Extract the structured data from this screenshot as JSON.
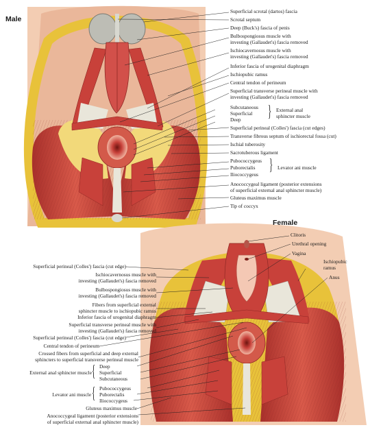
{
  "male": {
    "title": "Male",
    "labels": [
      "Superficial scrotal (dartos) fascia",
      "Scrotal septum",
      "Deep (Buck's) fascia of penis",
      "Bulbospongiosus muscle with",
      "investing (Gallaudet's) fascia removed",
      "Ischiocavernosus muscle with",
      "investing (Gallaudet's) fascia removed",
      "Inferior fascia of urogenital diaphragm",
      "Ischiopubic ramus",
      "Central tendon of perineum",
      "Superficial transverse perineal muscle with",
      "investing (Gallaudet's) fascia removed",
      "Subcutaneous",
      "Superficial",
      "Deep",
      "External anal",
      "sphincter muscle",
      "Superficial perineal (Colles') fascia (cut edges)",
      "Transverse fibrous septum of ischiorectal fossa (cut)",
      "Ischial tuberosity",
      "Sacrotuberous ligament",
      "Pubococcygeus",
      "Puborectalis",
      "Iliococcygeus",
      "Levator ani muscle",
      "Anococcygeal ligament (posterior extensions",
      "of superficial external anal sphincter muscle)",
      "Gluteus maximus muscle",
      "Tip of coccyx"
    ]
  },
  "female": {
    "title": "Female",
    "right_labels": [
      "Clitoris",
      "Urethral opening",
      "Vagina",
      "Ischiopubic",
      "ramus",
      "Anus"
    ],
    "left_labels": [
      "Superficial perineal (Colles') fascia (cut edge)",
      "Ischiocavernosus muscle with",
      "investing (Gallaudet's) fascia removed",
      "Bulbospongiosus muscle with",
      "investing (Gallaudet's) fascia removed",
      "Fibers from superficial external",
      "sphincter muscle to ischiopubic ramus",
      "Inferior fascia of urogenital diaphragm",
      "Superficial transverse perineal muscle with",
      "investing (Gallaudet's) fascia removed",
      "Superficial perineal (Colles') fascia (cut edge)",
      "Central tendon of perineum",
      "Crossed fibers from superficial and deep external",
      "sphincters to superficial transverse perineal muscle",
      "External anal sphincter muscle",
      "Deep",
      "Superficial",
      "Subcutaneous",
      "Levator ani muscle",
      "Pubococcygeus",
      "Puborectalis",
      "Iliococcygeus",
      "Gluteus maximus muscle",
      "Anococcygeal ligament (posterior extensions",
      "of superficial external anal sphincter muscle)"
    ]
  },
  "colors": {
    "muscle": "#c8413a",
    "muscle_dark": "#8e2824",
    "muscle_light": "#e07a68",
    "fat": "#e8c23a",
    "skin": "#eab79a",
    "fascia": "#d8d8d0",
    "membrane": "#e9e6da"
  }
}
